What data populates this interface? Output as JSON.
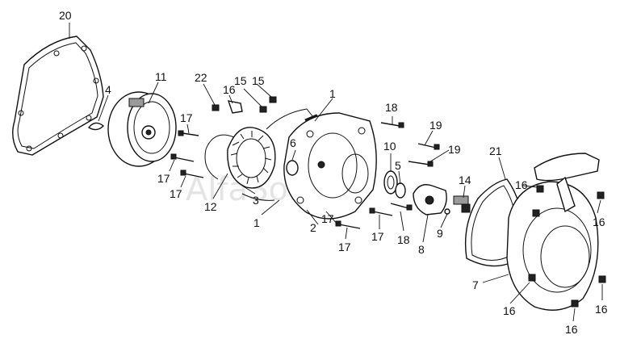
{
  "watermark": "AlfaSoft",
  "callouts": [
    {
      "id": "20",
      "text": "20"
    },
    {
      "id": "4",
      "text": "4"
    },
    {
      "id": "11",
      "text": "11"
    },
    {
      "id": "22",
      "text": "22"
    },
    {
      "id": "16a",
      "text": "16"
    },
    {
      "id": "15a",
      "text": "15"
    },
    {
      "id": "15b",
      "text": "15"
    },
    {
      "id": "1a",
      "text": "1"
    },
    {
      "id": "18a",
      "text": "18"
    },
    {
      "id": "17a",
      "text": "17"
    },
    {
      "id": "6",
      "text": "6"
    },
    {
      "id": "10",
      "text": "10"
    },
    {
      "id": "19a",
      "text": "19"
    },
    {
      "id": "19b",
      "text": "19"
    },
    {
      "id": "5",
      "text": "5"
    },
    {
      "id": "17b",
      "text": "17"
    },
    {
      "id": "17c",
      "text": "17"
    },
    {
      "id": "3",
      "text": "3"
    },
    {
      "id": "12",
      "text": "12"
    },
    {
      "id": "1b",
      "text": "1"
    },
    {
      "id": "17d",
      "text": "17"
    },
    {
      "id": "2",
      "text": "2"
    },
    {
      "id": "17e",
      "text": "17"
    },
    {
      "id": "17f",
      "text": "17"
    },
    {
      "id": "18b",
      "text": "18"
    },
    {
      "id": "8",
      "text": "8"
    },
    {
      "id": "14",
      "text": "14"
    },
    {
      "id": "9",
      "text": "9"
    },
    {
      "id": "21",
      "text": "21"
    },
    {
      "id": "16b",
      "text": "16"
    },
    {
      "id": "16c",
      "text": "16"
    },
    {
      "id": "7",
      "text": "7"
    },
    {
      "id": "16d",
      "text": "16"
    },
    {
      "id": "16e",
      "text": "16"
    },
    {
      "id": "16f",
      "text": "16"
    }
  ]
}
